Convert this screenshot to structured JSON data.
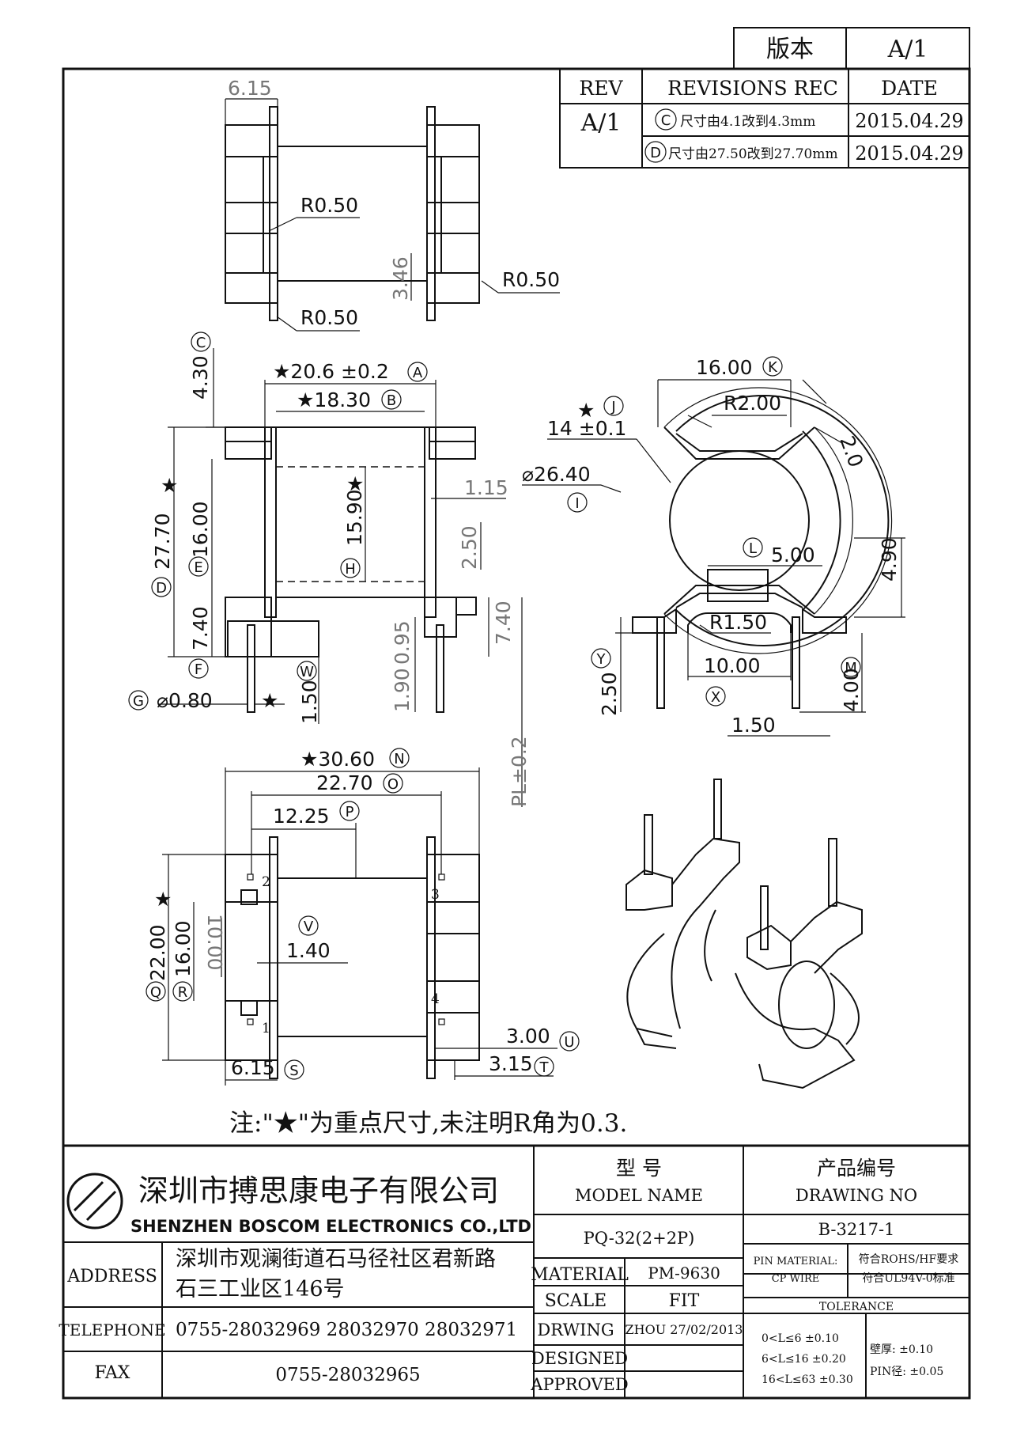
{
  "version_box": {
    "label": "版本",
    "value": "A/1"
  },
  "revisions": {
    "headers": {
      "rev": "REV",
      "rec": "REVISIONS REC",
      "date": "DATE"
    },
    "rev_value": "A/1",
    "rows": [
      {
        "mark": "C",
        "text": "尺寸由4.1改到4.3mm",
        "date": "2015.04.29"
      },
      {
        "mark": "D",
        "text": "尺寸由27.50改到27.70mm",
        "date": "2015.04.29"
      }
    ]
  },
  "top_view": {
    "d_width": "6.15",
    "r1": "R0.50",
    "r2": "R0.50",
    "r3": "R0.50",
    "d_346": "3.46"
  },
  "front_view": {
    "d_c": "4.30",
    "m_c": "C",
    "d_a": "★20.6 ±0.2",
    "m_a": "A",
    "d_b": "★18.30",
    "m_b": "B",
    "d_d": "27.70",
    "m_d": "D",
    "d_e": "16.00",
    "m_e": "E",
    "d_h": "15.90",
    "m_h": "H",
    "d_f": "7.40",
    "m_f": "F",
    "d_g": "⌀0.80",
    "m_g": "G",
    "d_w": "1.50",
    "m_w": "W",
    "star": "★"
  },
  "side_dims": {
    "d_115": "1.15",
    "d_250": "2.50",
    "d_095": "0.95",
    "d_190": "1.90",
    "d_740": "7.40",
    "pl": "PL±0.2"
  },
  "end_view": {
    "d_k": "16.00",
    "m_k": "K",
    "d_j": "14 ±0.1",
    "m_j": "J",
    "j_star": "★",
    "r200": "R2.00",
    "d_20": "2.0",
    "d_i": "⌀26.40",
    "m_i": "I",
    "d_l": "5.00",
    "m_l": "L",
    "d_490": "4.90",
    "r150": "R1.50",
    "d_x": "10.00",
    "m_x": "X",
    "d_y": "2.50",
    "m_y": "Y",
    "d_m": "4.00",
    "m_m": "M",
    "d_150": "1.50"
  },
  "bottom_view": {
    "d_n": "★30.60",
    "m_n": "N",
    "d_o": "22.70",
    "m_o": "O",
    "d_p": "12.25",
    "m_p": "P",
    "d_q": "22.00",
    "m_q": "Q",
    "d_r": "16.00",
    "m_r": "R",
    "d_10": "10.00",
    "d_v": "1.40",
    "m_v": "V",
    "d_u": "3.00",
    "m_u": "U",
    "d_t": "3.15",
    "m_t": "T",
    "d_s": "6.15",
    "m_s": "S",
    "pins": [
      "1",
      "2",
      "3",
      "4"
    ]
  },
  "note": "注:\"★\"为重点尺寸,未注明R角为0.3.",
  "title_block": {
    "company_cn": "深圳市搏思康电子有限公司",
    "company_en": "SHENZHEN BOSCOM ELECTRONICS CO.,LTD",
    "address_label": "ADDRESS",
    "address_line1": "深圳市观澜街道石马径社区君新路",
    "address_line2": "石三工业区146号",
    "telephone_label": "TELEPHONE",
    "telephone": "0755-28032969 28032970 28032971",
    "fax_label": "FAX",
    "fax": "0755-28032965",
    "model_cn": "型      号",
    "model_en": "MODEL NAME",
    "model_value": "PQ-32(2+2P)",
    "drawing_cn": "产品编号",
    "drawing_en": "DRAWING NO",
    "drawing_value": "B-3217-1",
    "material_label": "MATERIAL",
    "material_value": "PM-9630",
    "scale_label": "SCALE",
    "scale_value": "FIT",
    "drwing_label": "DRWING",
    "drwing_value": "ZHOU 27/02/2013",
    "designed_label": "DESIGNED",
    "approved_label": "APPROVED",
    "pin_material_label": "PIN MATERIAL:",
    "pin_material_value": "CP WIRE",
    "rohs": "符合ROHS/HF要求",
    "ul": "符合UL94V-0标准",
    "tolerance_label": "TOLERANCE",
    "tol1": "0<L≤6    ±0.10",
    "tol2": "6<L≤16   ±0.20",
    "tol3": "16<L≤63  ±0.30",
    "wall": "壁厚:  ±0.10",
    "pin_dia": "PIN径:  ±0.05"
  }
}
